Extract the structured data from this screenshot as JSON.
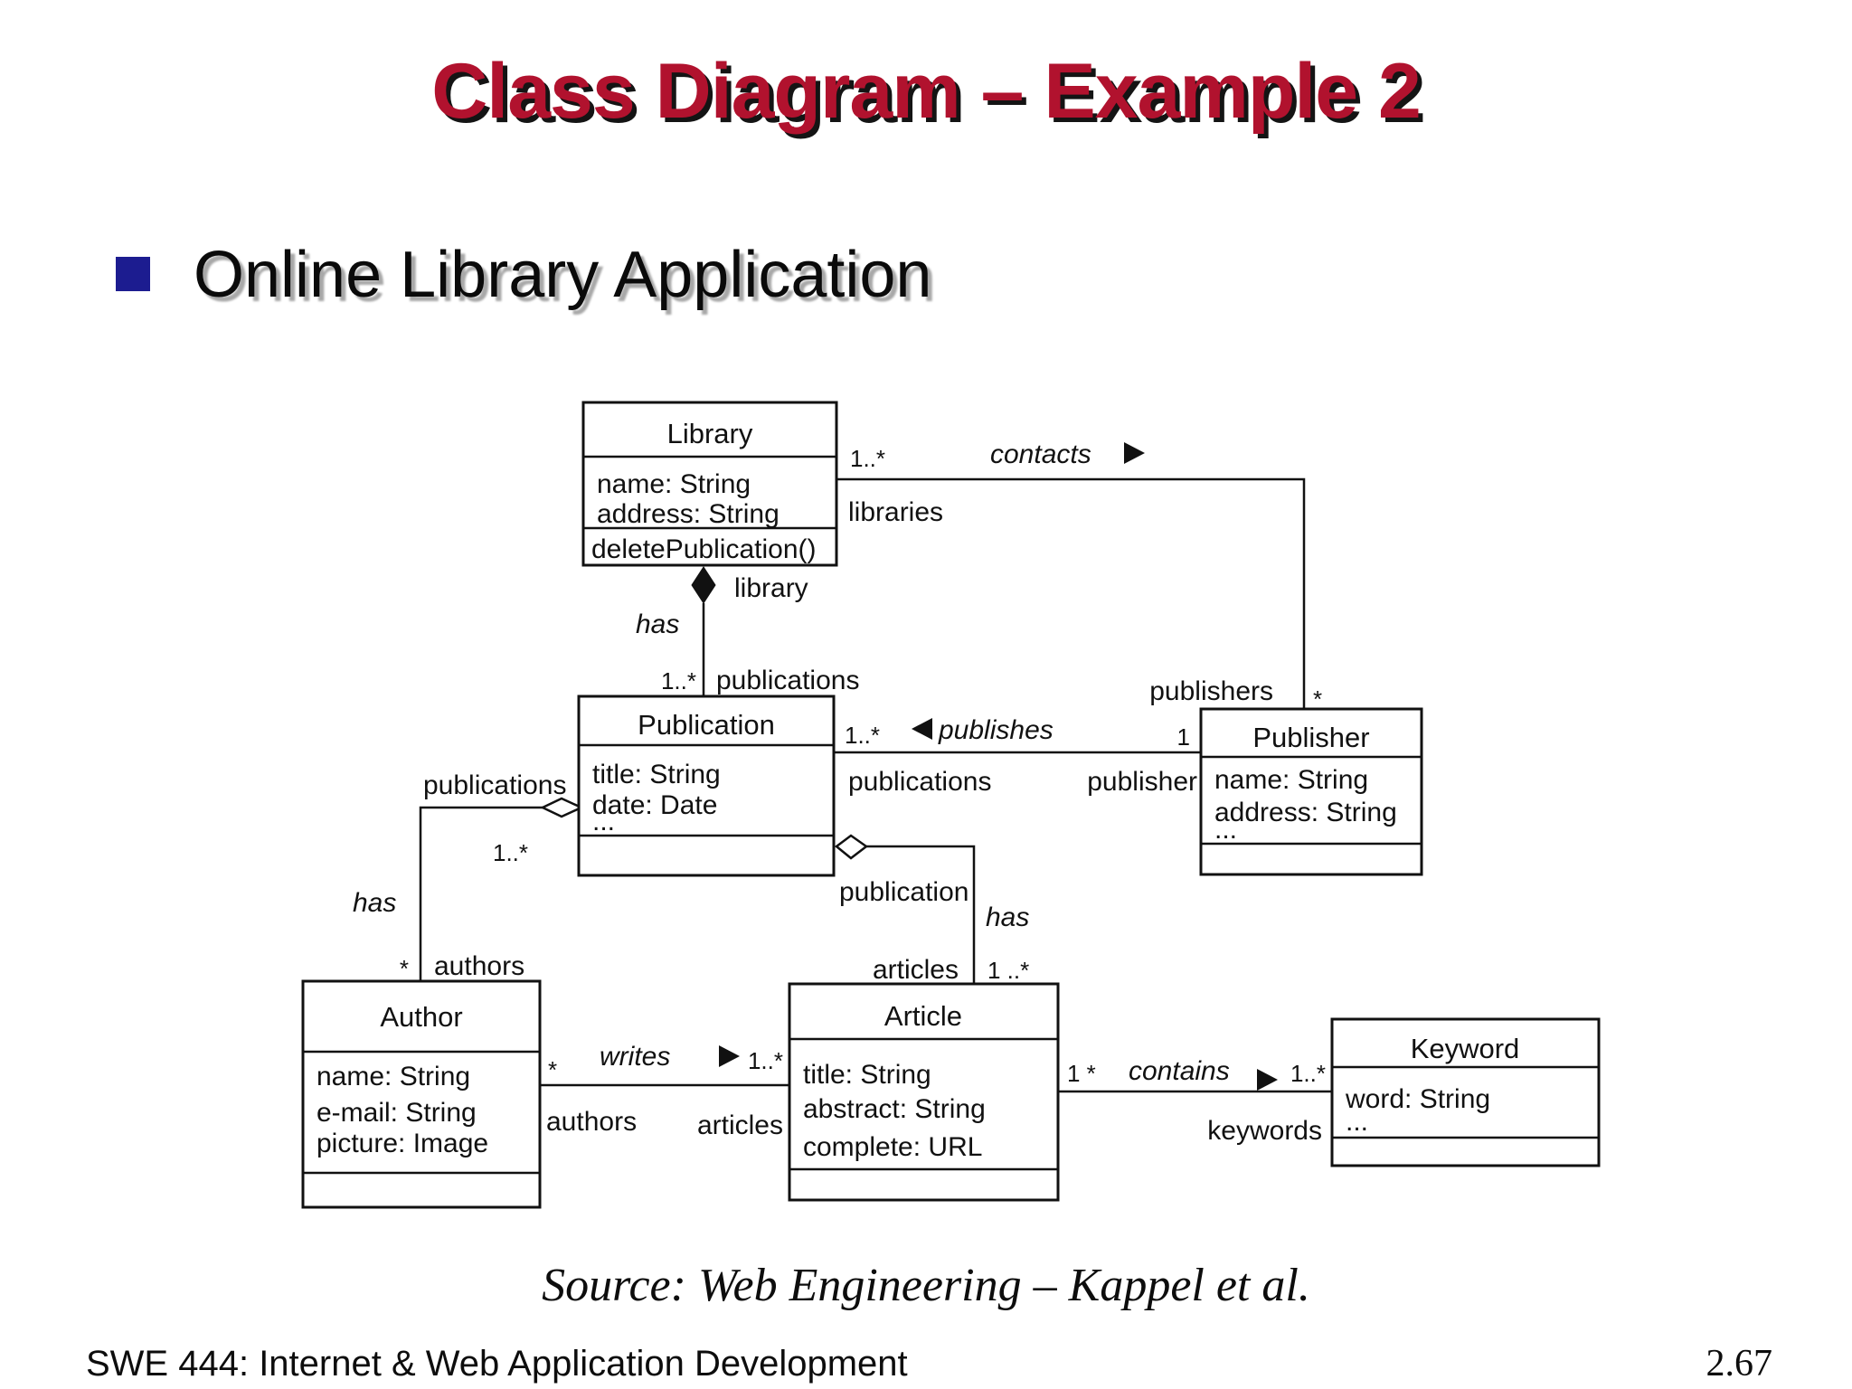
{
  "slide": {
    "title": "Class Diagram – Example 2",
    "bullet_text": "Online Library Application",
    "source_caption": "Source: Web Engineering – Kappel et al.",
    "footer_left": "SWE 444: Internet & Web Application Development",
    "page_number": "2.67"
  },
  "colors": {
    "title_red": "#b1122e",
    "bullet_navy": "#1c1c90",
    "diagram_ink": "#111111",
    "background": "#ffffff"
  },
  "diagram": {
    "classes": [
      {
        "name": "Library",
        "attributes": [
          "name: String",
          "address: String"
        ],
        "operations": [
          "deletePublication()"
        ]
      },
      {
        "name": "Publication",
        "attributes": [
          "title: String",
          "date: Date",
          "..."
        ],
        "operations": []
      },
      {
        "name": "Publisher",
        "attributes": [
          "name: String",
          "address: String",
          "..."
        ],
        "operations": []
      },
      {
        "name": "Author",
        "attributes": [
          "name: String",
          "e-mail: String",
          "picture: Image"
        ],
        "operations": []
      },
      {
        "name": "Article",
        "attributes": [
          "title: String",
          "abstract: String",
          "complete: URL"
        ],
        "operations": []
      },
      {
        "name": "Keyword",
        "attributes": [
          "word: String",
          "..."
        ],
        "operations": []
      }
    ],
    "associations": {
      "contacts": {
        "name": "contacts",
        "library_mult": "1..*",
        "library_role": "libraries",
        "publisher_mult": "*",
        "publisher_role": "publishers"
      },
      "has_publications": {
        "name": "has",
        "library_role": "library",
        "publication_mult": "1..*",
        "publication_role": "publications"
      },
      "publishes": {
        "name": "publishes",
        "publication_mult": "1..*",
        "publication_role": "publications",
        "publisher_mult": "1",
        "publisher_role": "publisher"
      },
      "has_authors": {
        "name": "has",
        "publication_mult": "1..*",
        "publication_role": "publications",
        "author_mult": "*",
        "author_role": "authors"
      },
      "has_articles": {
        "name": "has",
        "publication_role": "publication",
        "article_mult": "1 ..*",
        "article_role": "articles"
      },
      "writes": {
        "name": "writes",
        "author_mult": "*",
        "author_role": "authors",
        "article_mult": "1..*",
        "article_role": "articles"
      },
      "contains": {
        "name": "contains",
        "article_mult": "1 *",
        "keyword_mult": "1..*",
        "keyword_role": "keywords"
      }
    }
  }
}
